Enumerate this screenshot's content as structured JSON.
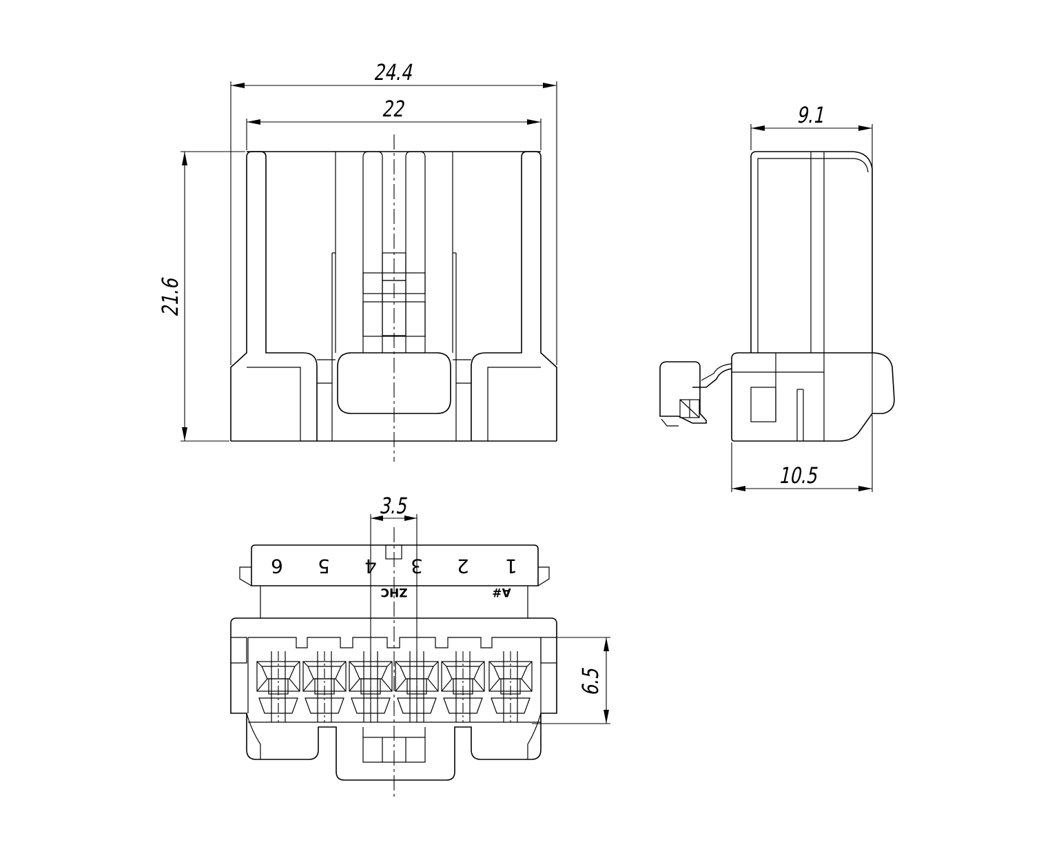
{
  "dimensions": {
    "overall_width": "24.4",
    "inner_width": "22",
    "height": "21.6",
    "side_top_depth": "9.1",
    "side_bottom_depth": "10.5",
    "pitch": "3.5",
    "cavity_height": "6.5"
  },
  "pins": [
    "6",
    "5",
    "4",
    "3",
    "2",
    "1"
  ],
  "markings": {
    "maker": "ZHC",
    "pin1": "A#"
  }
}
